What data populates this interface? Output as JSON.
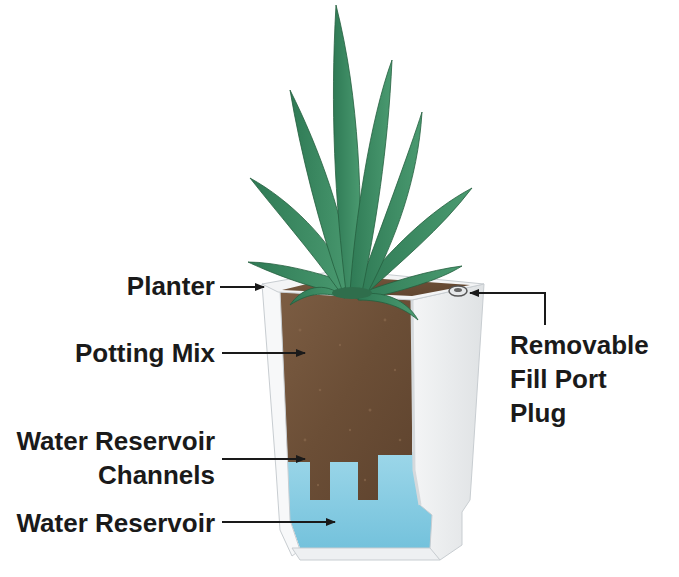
{
  "diagram": {
    "labels": [
      "Planter",
      "Potting Mix",
      "Water Reservoir Channels",
      "Water Reservoir",
      "Removable Fill Port Plug"
    ]
  }
}
